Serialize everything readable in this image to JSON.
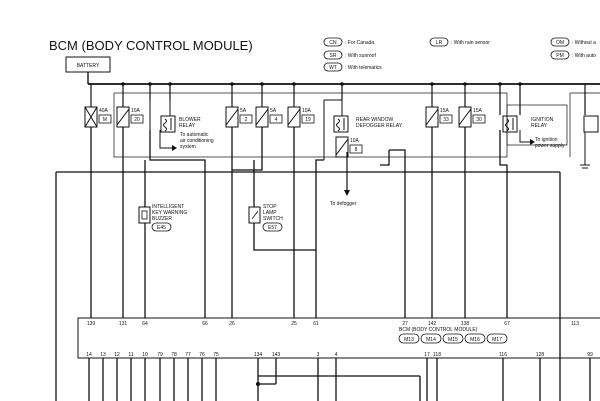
{
  "title": "BCM (BODY CONTROL MODULE)",
  "battery": "BATTERY",
  "legend": [
    {
      "code": "CN",
      "text": "For Canada"
    },
    {
      "code": "SR",
      "text": "With sunroof"
    },
    {
      "code": "WT",
      "text": "With telematics"
    },
    {
      "code": "LR",
      "text": "With rain sensor"
    },
    {
      "code": "OM",
      "text": "Without a"
    },
    {
      "code": "PM",
      "text": "With auto"
    }
  ],
  "fuses": [
    {
      "amp": "40A",
      "no": "M"
    },
    {
      "amp": "10A",
      "no": "20"
    },
    {
      "amp": "5A",
      "no": "2"
    },
    {
      "amp": "5A",
      "no": "4"
    },
    {
      "amp": "10A",
      "no": "19"
    },
    {
      "amp": "10A",
      "no": "8"
    },
    {
      "amp": "15A",
      "no": "33"
    },
    {
      "amp": "15A",
      "no": "30"
    }
  ],
  "relays": {
    "blower": [
      "BLOWER",
      "RELAY"
    ],
    "defogger": [
      "REAR WINDOW",
      "DEFOGGER RELAY"
    ],
    "ignition": [
      "IGNITION",
      "RELAY"
    ]
  },
  "notes": {
    "ac": [
      "To automatic",
      "air conditioning",
      "system"
    ],
    "ign": [
      "To ignition",
      "power supply"
    ],
    "defog": "To defogger"
  },
  "components": {
    "buzzer": {
      "lines": [
        "INTELLIGENT",
        "KEY WARNING",
        "BUZZER"
      ],
      "conn": "E45"
    },
    "stop": {
      "lines": [
        "STOP",
        "LAMP",
        "SWITCH"
      ],
      "conn": "E57"
    }
  },
  "bcm_label": "BCM (BODY CONTROL MODULE)",
  "bcm_connectors": [
    "M13",
    "M14",
    "M15",
    "M16",
    "M17"
  ],
  "top_pins": [
    "139",
    "131",
    "64",
    "66",
    "26",
    "25",
    "61",
    "27",
    "142",
    "138",
    "67",
    "113"
  ],
  "bottom_pins": [
    "14",
    "13",
    "12",
    "11",
    "10",
    "79",
    "78",
    "77",
    "76",
    "75",
    "134",
    "143",
    "3",
    "4",
    "17",
    "118",
    "116",
    "128",
    "99"
  ]
}
